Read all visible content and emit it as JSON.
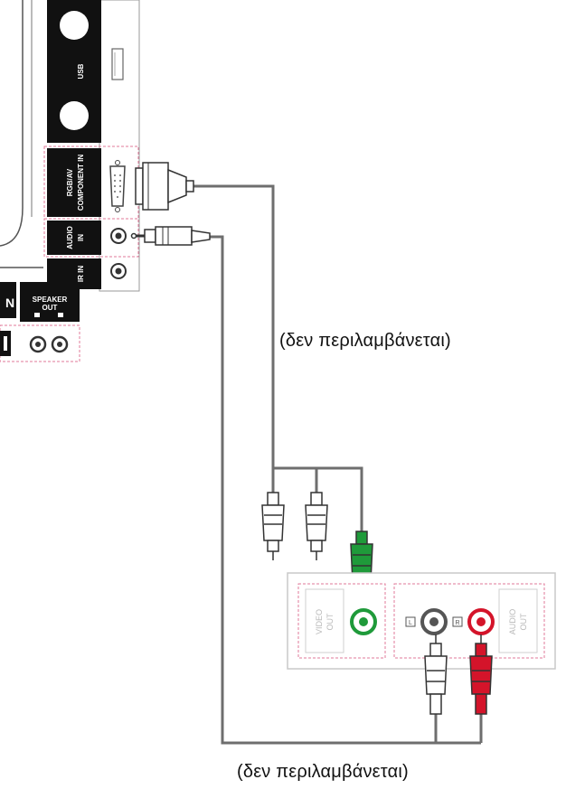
{
  "panel": {
    "usb_label": "USB",
    "rgb_label_1": "RGB/AV",
    "rgb_label_2": "COMPONENT IN",
    "audio_label_1": "AUDIO",
    "audio_label_2": "IN",
    "ir_label": "IR IN",
    "speaker_label_1": "SPEAKER",
    "speaker_label_2": "OUT"
  },
  "source": {
    "video_label_1": "VIDEO",
    "video_label_2": "OUT",
    "audio_label_1": "AUDIO",
    "audio_label_2": "OUT",
    "port_left_mark": "L",
    "port_right_mark": "R"
  },
  "captions": {
    "top": "(δεν περιλαμβάνεται)",
    "bottom": "(δεν περιλαμβάνεται)"
  },
  "colors": {
    "panel_black": "#111111",
    "cable_gray": "#6e6e6e",
    "plug_green": "#1f9a3a",
    "plug_red": "#d4142a",
    "plug_white": "#ffffff",
    "pink_dashed": "#e07a9a"
  }
}
